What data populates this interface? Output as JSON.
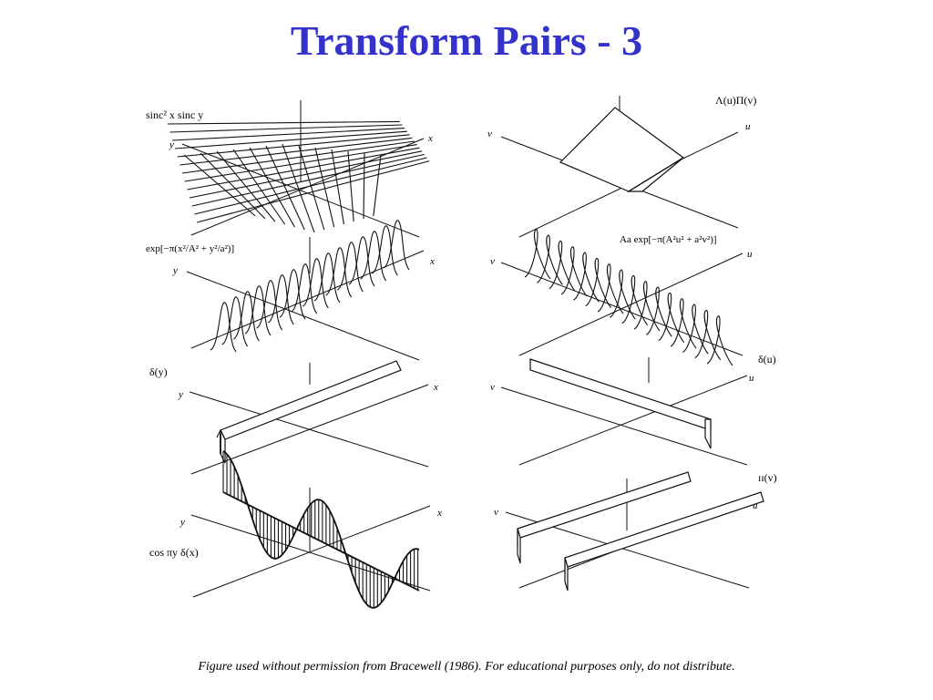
{
  "slide": {
    "title": "Transform Pairs - 3",
    "caption": "Figure used without permission from Bracewell (1986). For educational purposes only, do not distribute."
  },
  "panels": {
    "sinc": {
      "label": "sinc² x  sinc y",
      "axis_y": "y",
      "axis_x": "x"
    },
    "tri": {
      "label": "Λ(u)Π(v)",
      "axis_v": "v",
      "axis_u": "u"
    },
    "gauss": {
      "label": "exp[−π(x²/A² + y²/a²)]",
      "axis_y": "y",
      "axis_x": "x"
    },
    "gaussft": {
      "label": "Aa exp[−π(A²u² + a²v²)]",
      "axis_v": "v",
      "axis_u": "u"
    },
    "deltay": {
      "label": "δ(y)",
      "axis_y": "y",
      "axis_x": "x"
    },
    "deltau": {
      "label": "δ(u)",
      "axis_v": "v",
      "axis_u": "u"
    },
    "cos": {
      "label": "cos πy δ(x)",
      "axis_y": "y",
      "axis_x": "x"
    },
    "shah": {
      "label": "ɪɪ(v)",
      "axis_v": "v",
      "axis_u": "u"
    }
  }
}
